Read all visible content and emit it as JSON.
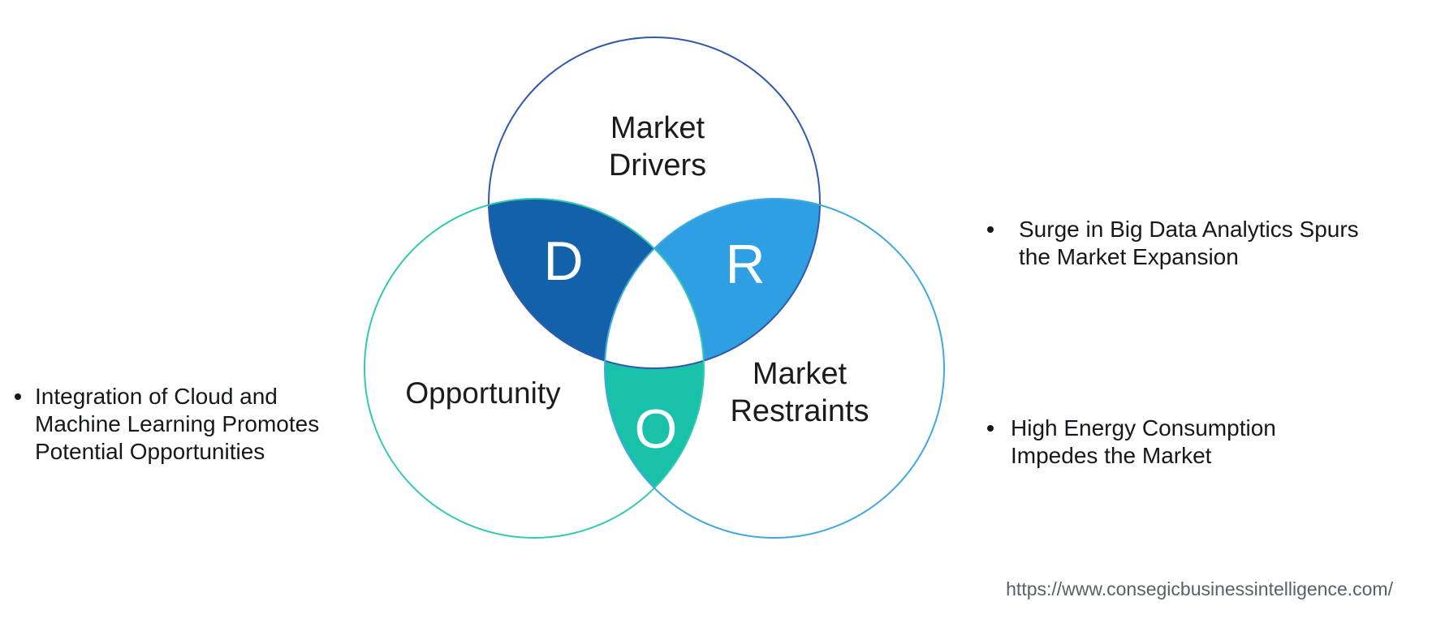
{
  "diagram": {
    "top_circle": {
      "label_lines": [
        "Market",
        "Drivers"
      ],
      "stroke_color": "#3059ad"
    },
    "left_circle": {
      "label": "Opportunity",
      "stroke_color": "#33c9b0"
    },
    "right_circle": {
      "label_lines": [
        "Market",
        "Restraints"
      ],
      "stroke_color": "#41a8e0"
    },
    "intersections": {
      "drivers": {
        "letter": "D",
        "fill_color": "#1261a9"
      },
      "restraints": {
        "letter": "R",
        "fill_color": "#2e9fe2"
      },
      "opportunity": {
        "letter": "O",
        "fill_color": "#18c2a8"
      }
    }
  },
  "notes": {
    "left": {
      "lines": [
        "Integration of Cloud and",
        "Machine Learning Promotes",
        "Potential Opportunities"
      ]
    },
    "right_top": {
      "lines": [
        "Surge in Big Data Analytics Spurs",
        "the Market Expansion"
      ]
    },
    "right_bottom": {
      "lines": [
        "High Energy Consumption",
        "Impedes the Market"
      ]
    }
  },
  "footer": {
    "url": "https://www.consegicbusinessintelligence.com/"
  }
}
